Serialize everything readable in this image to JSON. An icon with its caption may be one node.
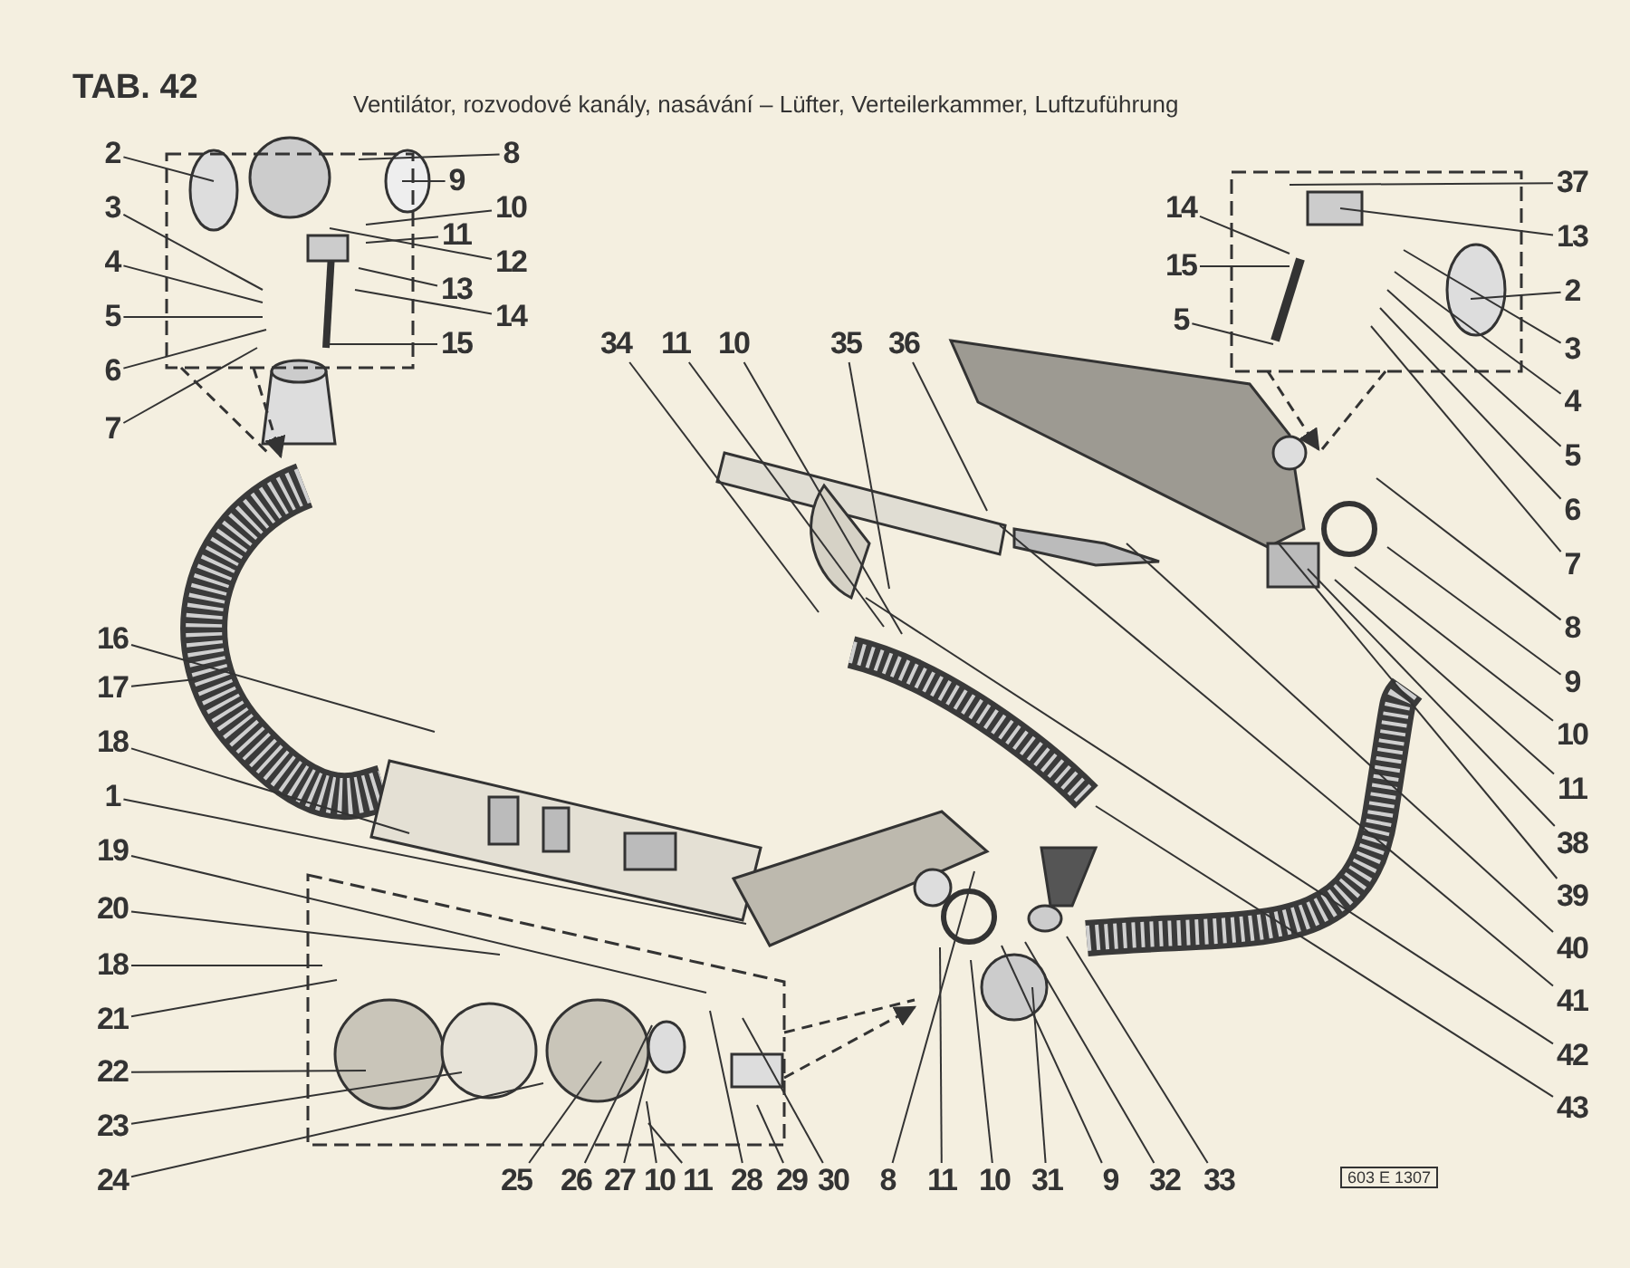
{
  "diagram": {
    "title": "TAB. 42",
    "nodes": [
      {
        "text": [
          "2"
        ]
      },
      {
        "text": [
          "3"
        ]
      },
      {
        "text": [
          "4"
        ]
      },
      {
        "text": [
          "5"
        ]
      },
      {
        "text": [
          "6"
        ]
      },
      {
        "text": [
          "7"
        ]
      },
      {
        "text": [
          "8"
        ]
      },
      {
        "text": [
          "9"
        ]
      },
      {
        "text": [
          "10"
        ]
      },
      {
        "text": [
          "11"
        ]
      },
      {
        "text": [
          "12"
        ]
      },
      {
        "text": [
          "13"
        ]
      },
      {
        "text": [
          "14"
        ]
      },
      {
        "text": [
          "15"
        ]
      },
      {
        "text": [
          "34"
        ]
      },
      {
        "text": [
          "11"
        ]
      },
      {
        "text": [
          "10"
        ]
      },
      {
        "text": [
          "35"
        ]
      },
      {
        "text": [
          "36"
        ]
      },
      {
        "text": [
          "37"
        ]
      },
      {
        "text": [
          "13"
        ]
      },
      {
        "text": [
          "14"
        ]
      },
      {
        "text": [
          "15"
        ]
      },
      {
        "text": [
          "5"
        ]
      },
      {
        "text": [
          "2"
        ]
      },
      {
        "text": [
          "3"
        ]
      },
      {
        "text": [
          "4"
        ]
      },
      {
        "text": [
          "5"
        ]
      },
      {
        "text": [
          "6"
        ]
      },
      {
        "text": [
          "7"
        ]
      },
      {
        "text": [
          "8"
        ]
      },
      {
        "text": [
          "9"
        ]
      },
      {
        "text": [
          "10"
        ]
      },
      {
        "text": [
          "11"
        ]
      },
      {
        "text": [
          "38"
        ]
      },
      {
        "text": [
          "39"
        ]
      },
      {
        "text": [
          "40"
        ]
      },
      {
        "text": [
          "41"
        ]
      },
      {
        "text": [
          "42"
        ]
      },
      {
        "text": [
          "43"
        ]
      },
      {
        "text": [
          "16"
        ]
      },
      {
        "text": [
          "17"
        ]
      },
      {
        "text": [
          "18"
        ]
      },
      {
        "text": [
          "1"
        ]
      },
      {
        "text": [
          "19"
        ]
      },
      {
        "text": [
          "20"
        ]
      },
      {
        "text": [
          "18"
        ]
      },
      {
        "text": [
          "21"
        ]
      },
      {
        "text": [
          "22"
        ]
      },
      {
        "text": [
          "23"
        ]
      },
      {
        "text": [
          "24"
        ]
      },
      {
        "text": [
          "25"
        ]
      },
      {
        "text": [
          "26"
        ]
      },
      {
        "text": [
          "27"
        ]
      },
      {
        "text": [
          "10"
        ]
      },
      {
        "text": [
          "11"
        ]
      },
      {
        "text": [
          "28"
        ]
      },
      {
        "text": [
          "29"
        ]
      },
      {
        "text": [
          "30"
        ]
      },
      {
        "text": [
          "8"
        ]
      },
      {
        "text": [
          "11"
        ]
      },
      {
        "text": [
          "10"
        ]
      },
      {
        "text": [
          "31"
        ]
      },
      {
        "text": [
          "9"
        ]
      },
      {
        "text": [
          "32"
        ]
      },
      {
        "text": [
          "33"
        ]
      }
    ],
    "edges": [
      {
        "from": 0,
        "to": null,
        "arrow": "none"
      },
      {
        "from": 1,
        "to": null,
        "arrow": "none"
      },
      {
        "from": 2,
        "to": null,
        "arrow": "none"
      },
      {
        "from": 3,
        "to": null,
        "arrow": "none"
      },
      {
        "from": 4,
        "to": null,
        "arrow": "none"
      },
      {
        "from": 5,
        "to": null,
        "arrow": "none"
      },
      {
        "from": 6,
        "to": null,
        "arrow": "none"
      },
      {
        "from": 7,
        "to": null,
        "arrow": "none"
      },
      {
        "from": 8,
        "to": null,
        "arrow": "none"
      },
      {
        "from": 9,
        "to": null,
        "arrow": "none"
      },
      {
        "from": 10,
        "to": null,
        "arrow": "none"
      },
      {
        "from": 11,
        "to": null,
        "arrow": "none"
      },
      {
        "from": 12,
        "to": null,
        "arrow": "none"
      },
      {
        "from": 13,
        "to": null,
        "arrow": "none"
      },
      {
        "from": 14,
        "to": null,
        "arrow": "none"
      },
      {
        "from": 15,
        "to": null,
        "arrow": "none"
      },
      {
        "from": 16,
        "to": null,
        "arrow": "none"
      },
      {
        "from": 17,
        "to": null,
        "arrow": "none"
      },
      {
        "from": 18,
        "to": null,
        "arrow": "none"
      },
      {
        "from": 19,
        "to": null,
        "arrow": "none"
      },
      {
        "from": 20,
        "to": null,
        "arrow": "none"
      },
      {
        "from": 21,
        "to": null,
        "arrow": "none"
      },
      {
        "from": 22,
        "to": null,
        "arrow": "none"
      },
      {
        "from": 23,
        "to": null,
        "arrow": "none"
      },
      {
        "from": 24,
        "to": null,
        "arrow": "none"
      },
      {
        "from": 25,
        "to": null,
        "arrow": "none"
      },
      {
        "from": 26,
        "to": null,
        "arrow": "none"
      },
      {
        "from": 27,
        "to": null,
        "arrow": "none"
      },
      {
        "from": 28,
        "to": null,
        "arrow": "none"
      },
      {
        "from": 29,
        "to": null,
        "arrow": "none"
      },
      {
        "from": 30,
        "to": null,
        "arrow": "none"
      },
      {
        "from": 31,
        "to": null,
        "arrow": "none"
      },
      {
        "from": 32,
        "to": null,
        "arrow": "none"
      },
      {
        "from": 33,
        "to": null,
        "arrow": "none"
      },
      {
        "from": 34,
        "to": null,
        "arrow": "none"
      },
      {
        "from": 35,
        "to": null,
        "arrow": "none"
      },
      {
        "from": 36,
        "to": null,
        "arrow": "none"
      },
      {
        "from": 37,
        "to": null,
        "arrow": "none"
      },
      {
        "from": 38,
        "to": null,
        "arrow": "none"
      },
      {
        "from": 39,
        "to": null,
        "arrow": "none"
      },
      {
        "from": 40,
        "to": null,
        "arrow": "none"
      },
      {
        "from": 41,
        "to": null,
        "arrow": "none"
      },
      {
        "from": 42,
        "to": null,
        "arrow": "none"
      },
      {
        "from": 43,
        "to": null,
        "arrow": "none"
      },
      {
        "from": 44,
        "to": null,
        "arrow": "none"
      },
      {
        "from": 45,
        "to": null,
        "arrow": "none"
      },
      {
        "from": 46,
        "to": null,
        "arrow": "none"
      },
      {
        "from": 47,
        "to": null,
        "arrow": "none"
      },
      {
        "from": 48,
        "to": null,
        "arrow": "none"
      },
      {
        "from": 49,
        "to": null,
        "arrow": "none"
      },
      {
        "from": 50,
        "to": null,
        "arrow": "none"
      },
      {
        "from": 51,
        "to": null,
        "arrow": "none"
      },
      {
        "from": 52,
        "to": null,
        "arrow": "none"
      },
      {
        "from": 53,
        "to": null,
        "arrow": "none"
      },
      {
        "from": 54,
        "to": null,
        "arrow": "none"
      },
      {
        "from": 55,
        "to": null,
        "arrow": "none"
      },
      {
        "from": 56,
        "to": null,
        "arrow": "none"
      },
      {
        "from": 57,
        "to": null,
        "arrow": "none"
      },
      {
        "from": 58,
        "to": null,
        "arrow": "none"
      },
      {
        "from": 59,
        "to": null,
        "arrow": "none"
      },
      {
        "from": 60,
        "to": null,
        "arrow": "none"
      },
      {
        "from": 61,
        "to": null,
        "arrow": "none"
      },
      {
        "from": 62,
        "to": null,
        "arrow": "none"
      },
      {
        "from": 63,
        "to": null,
        "arrow": "none"
      },
      {
        "from": 64,
        "to": null,
        "arrow": "none"
      },
      {
        "from": 65,
        "to": null,
        "arrow": "none"
      }
    ],
    "labels": [
      "Ventilátor, rozvodové kanály, nasávání – Lüfter, Verteilerkammer, Luftzuführung",
      "603 E 1307"
    ]
  }
}
